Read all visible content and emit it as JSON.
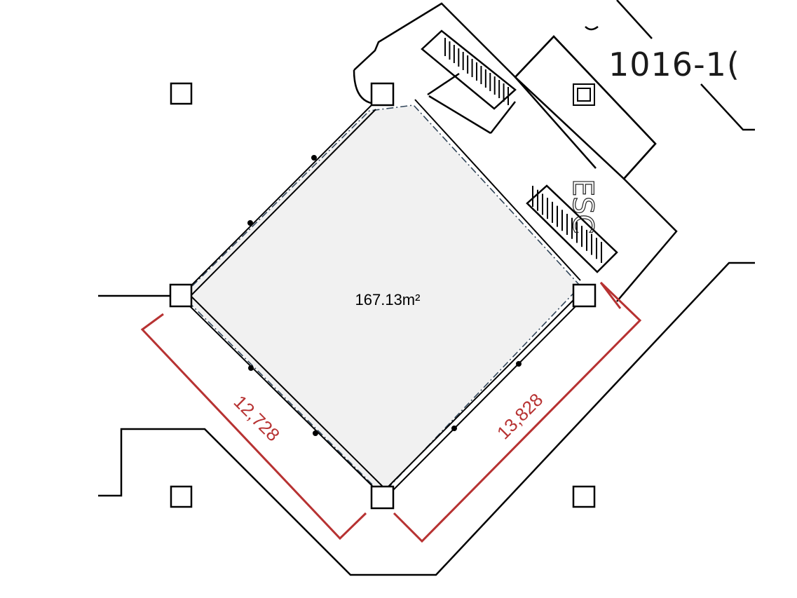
{
  "floor_plan": {
    "unit_label": "1016-1(",
    "escalator_label": "ESC",
    "area_label": "167.13m²",
    "dimensions": {
      "left_side": "12,728",
      "right_side": "13,828"
    },
    "colors": {
      "room_fill": "#f1f1f1",
      "wall_line": "#000000",
      "dimension_line": "#b73232",
      "boundary_dashdot": "#33475b"
    }
  }
}
